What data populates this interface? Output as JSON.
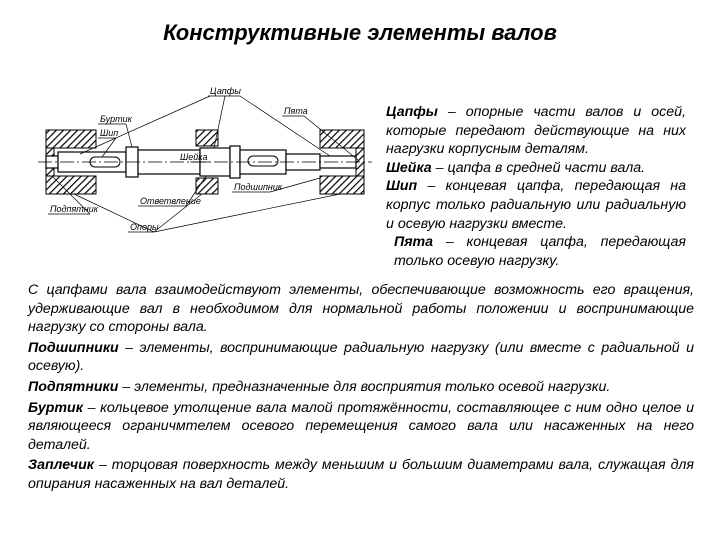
{
  "title": "Конструктивные элементы валов",
  "diagram": {
    "labels": {
      "tsapfy": "Цапфы",
      "burtik": "Буртик",
      "ship": "Шип",
      "sheyka": "Шейка",
      "pyata": "Пята",
      "podpyatnik": "Подпятник",
      "otvetvlenie": "Ответвление",
      "opory": "Опоры",
      "podshipnik": "Подшипник"
    }
  },
  "right": {
    "p1_term": "Цапфы",
    "p1_text": " – опорные части валов и осей, которые передают действующие на них нагрузки корпусным деталям.",
    "p2_term": "Шейка",
    "p2_text": " – цапфа в средней части вала.",
    "p3_term": "Шип",
    "p3_text": " – концевая цапфа, передающая на корпус только радиальную или радиальную и осевую нагрузки вместе.",
    "p4_term": "Пята",
    "p4_text": " – концевая цапфа, передающая только осевую нагрузку."
  },
  "bottom": {
    "p1_text": "С цапфами вала взаимодействуют элементы, обеспечивающие возможность его вращения, удерживающие вал в необходимом для нормальной работы положении и воспринимающие нагрузку со стороны вала.",
    "p2_term": "Подшипники",
    "p2_text": " – элементы, воспринимающие радиальную нагрузку (или вместе с радиальной и осевую).",
    "p3_term": "Подпятники",
    "p3_text": " – элементы, предназначенные для восприятия только осевой нагрузки.",
    "p4_term": "Буртик",
    "p4_text": " – кольцевое утолщение вала малой протяжённости, составляющее с ним одно целое и являющееся ограничмтелем осевого перемещения самого вала или насаженных на него деталей.",
    "p5_term": "Заплечик",
    "p5_text": " – торцовая поверхность между меньшим и большим диаметрами вала, служащая для опирания насаженных на вал деталей."
  }
}
